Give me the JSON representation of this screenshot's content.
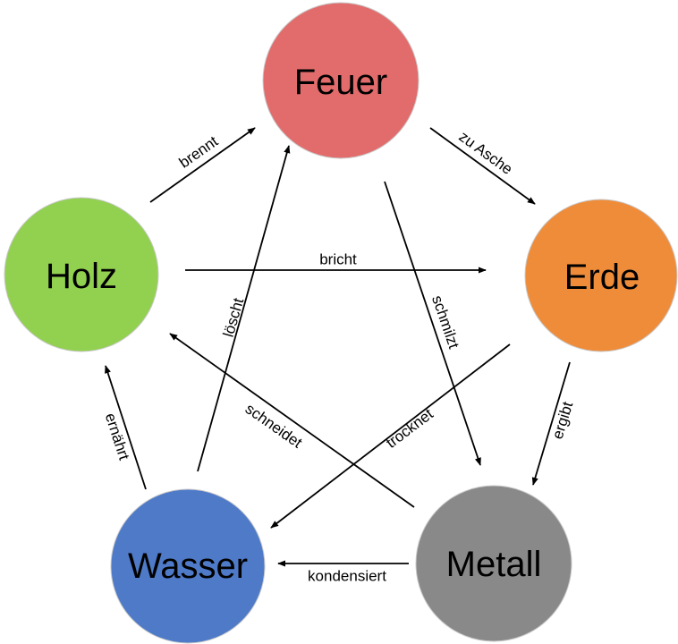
{
  "nodes": {
    "feuer": {
      "label": "Feuer",
      "color": "#e26b6b"
    },
    "holz": {
      "label": "Holz",
      "color": "#92d050"
    },
    "erde": {
      "label": "Erde",
      "color": "#ef8c3a"
    },
    "wasser": {
      "label": "Wasser",
      "color": "#4e7ac8"
    },
    "metall": {
      "label": "Metall",
      "color": "#898989"
    }
  },
  "edges": {
    "brennt": {
      "from": "Holz",
      "to": "Feuer",
      "label": "brennt"
    },
    "zu_asche": {
      "from": "Feuer",
      "to": "Erde",
      "label": "zu Asche"
    },
    "bricht": {
      "from": "Holz",
      "to": "Erde",
      "label": "bricht"
    },
    "loescht": {
      "from": "Wasser",
      "to": "Feuer",
      "label": "löscht"
    },
    "schmilzt": {
      "from": "Feuer",
      "to": "Metall",
      "label": "schmilzt"
    },
    "trocknet": {
      "from": "Erde",
      "to": "Wasser",
      "label": "trocknet"
    },
    "schneidet": {
      "from": "Metall",
      "to": "Holz",
      "label": "schneidet"
    },
    "ergibt": {
      "from": "Erde",
      "to": "Metall",
      "label": "ergibt"
    },
    "ernaehrt": {
      "from": "Wasser",
      "to": "Holz",
      "label": "ernährt"
    },
    "kondensiert": {
      "from": "Metall",
      "to": "Wasser",
      "label": "kondensiert"
    }
  }
}
